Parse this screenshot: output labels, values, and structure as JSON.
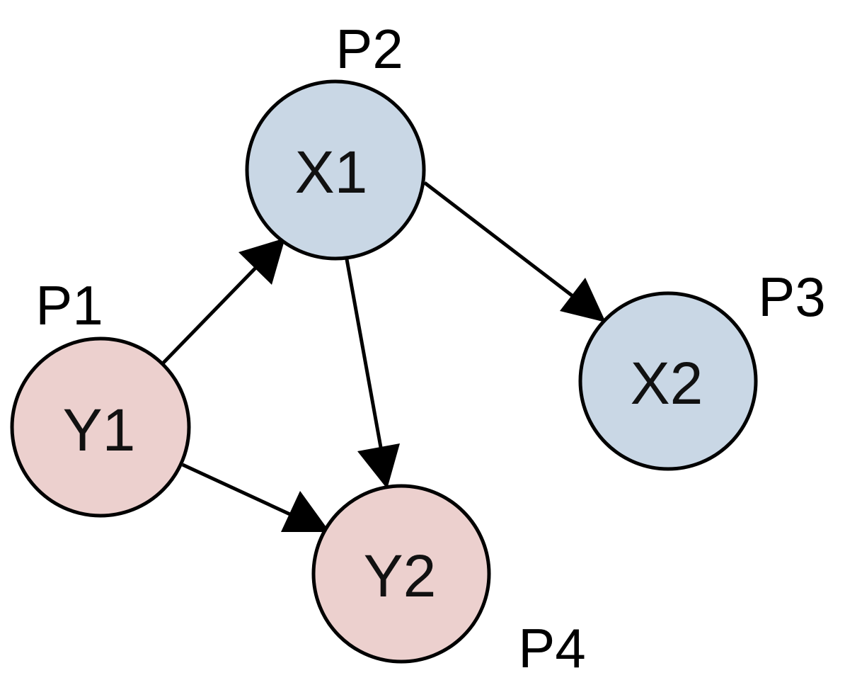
{
  "colors": {
    "x_node_fill": "#c9d7e5",
    "y_node_fill": "#ecd0ce",
    "stroke": "#000000"
  },
  "nodes": {
    "x1": {
      "label": "X1",
      "tag": "P2",
      "group": "x"
    },
    "x2": {
      "label": "X2",
      "tag": "P3",
      "group": "x"
    },
    "y1": {
      "label": "Y1",
      "tag": "P1",
      "group": "y"
    },
    "y2": {
      "label": "Y2",
      "tag": "P4",
      "group": "y"
    }
  },
  "edges": [
    {
      "from": "Y1",
      "to": "X1"
    },
    {
      "from": "Y1",
      "to": "Y2"
    },
    {
      "from": "X1",
      "to": "Y2"
    },
    {
      "from": "X1",
      "to": "X2"
    }
  ]
}
